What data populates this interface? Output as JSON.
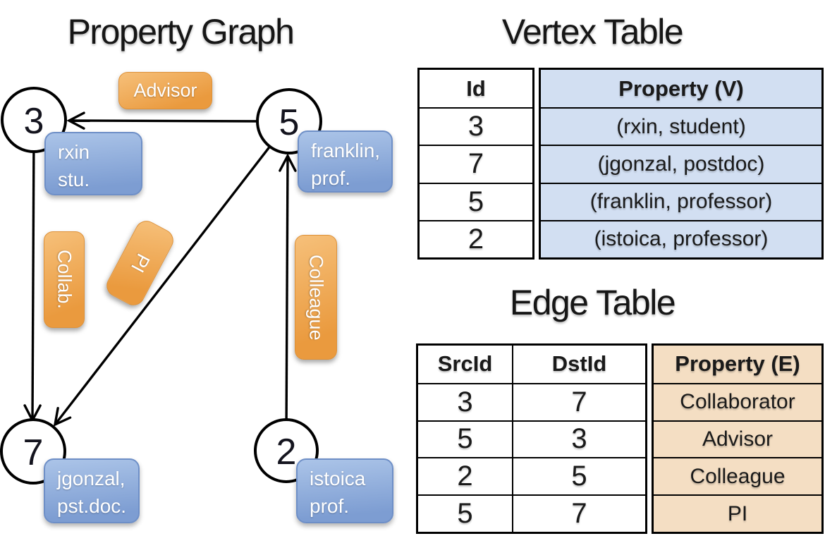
{
  "graph": {
    "title": "Property Graph",
    "vertices": [
      {
        "id": "3",
        "property_lines": [
          "rxin",
          "stu."
        ]
      },
      {
        "id": "5",
        "property_lines": [
          "franklin,",
          "prof."
        ]
      },
      {
        "id": "7",
        "property_lines": [
          "jgonzal,",
          "pst.doc."
        ]
      },
      {
        "id": "2",
        "property_lines": [
          "istoica",
          "prof."
        ]
      }
    ],
    "edges": [
      {
        "label": "Advisor",
        "src": "5",
        "dst": "3"
      },
      {
        "label": "Collab.",
        "src": "3",
        "dst": "7"
      },
      {
        "label": "PI",
        "src": "5",
        "dst": "7"
      },
      {
        "label": "Colleague",
        "src": "2",
        "dst": "5"
      }
    ]
  },
  "vertex_table": {
    "title": "Vertex Table",
    "columns": {
      "id": "Id",
      "property": "Property (V)"
    },
    "rows": [
      {
        "id": "3",
        "property": "(rxin, student)"
      },
      {
        "id": "7",
        "property": "(jgonzal, postdoc)"
      },
      {
        "id": "5",
        "property": "(franklin, professor)"
      },
      {
        "id": "2",
        "property": "(istoica, professor)"
      }
    ]
  },
  "edge_table": {
    "title": "Edge Table",
    "columns": {
      "src": "SrcId",
      "dst": "DstId",
      "property": "Property (E)"
    },
    "rows": [
      {
        "src": "3",
        "dst": "7",
        "property": "Collaborator"
      },
      {
        "src": "5",
        "dst": "3",
        "property": "Advisor"
      },
      {
        "src": "2",
        "dst": "5",
        "property": "Colleague"
      },
      {
        "src": "5",
        "dst": "7",
        "property": "PI"
      }
    ]
  },
  "colors": {
    "vertex_box_top": "#abc4e8",
    "vertex_box_bottom": "#7d9dd2",
    "edge_box_top": "#f6c07a",
    "edge_box_bottom": "#ea9a3e",
    "vertex_cell_bg": "#d2dff2",
    "edge_cell_bg": "#f4dec3"
  }
}
